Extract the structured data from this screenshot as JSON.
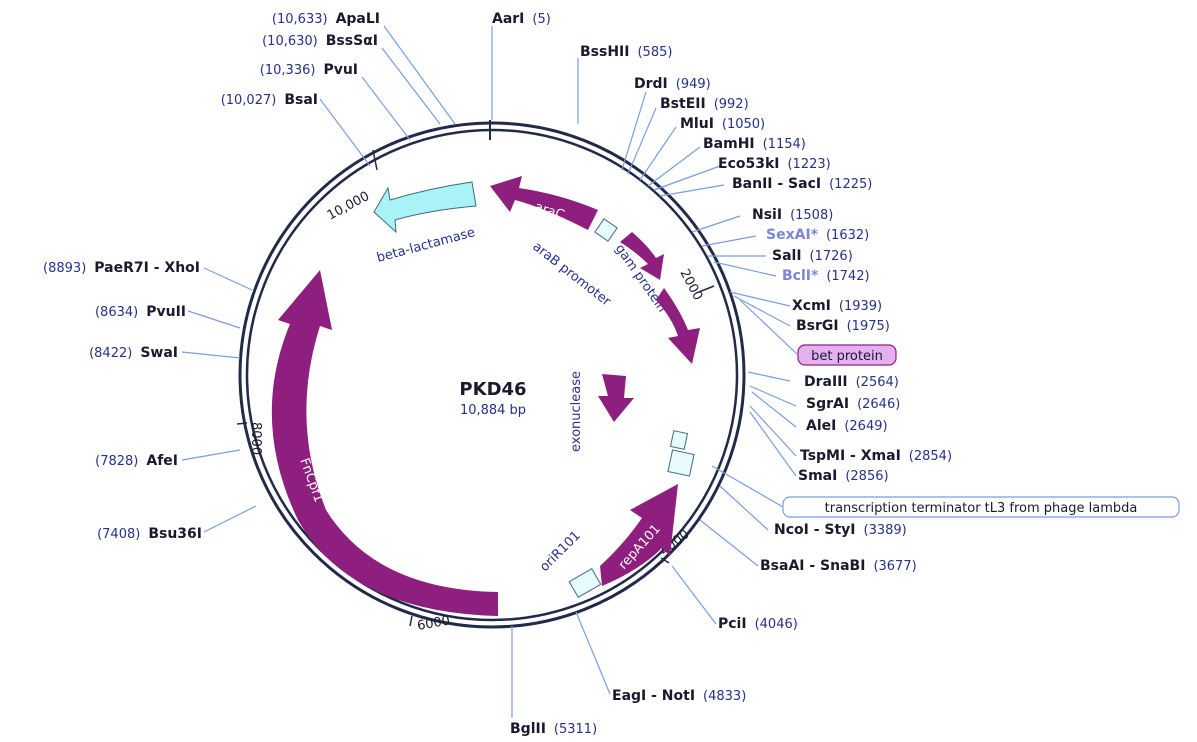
{
  "plasmid": {
    "name": "PKD46",
    "size": "10,884 bp"
  },
  "ticks": [
    "10,000",
    "2000",
    "4000",
    "6000",
    "8000"
  ],
  "features": {
    "araC": "araC",
    "beta": "beta-lactamase",
    "araB": "araB promoter",
    "gam": "gam protein",
    "exo": "exonuclease",
    "bet": "bet protein",
    "fncpf1": "FnCpf1",
    "repA": "repA101",
    "ori": "oriR101",
    "term": "transcription terminator tL3 from phage lambda"
  },
  "sites": [
    {
      "name": "ApaLI",
      "pos": "(10,633)"
    },
    {
      "name": "AarI",
      "pos": "(5)"
    },
    {
      "name": "BssSαI",
      "pos": "(10,630)"
    },
    {
      "name": "BssHII",
      "pos": "(585)"
    },
    {
      "name": "PvuI",
      "pos": "(10,336)"
    },
    {
      "name": "DrdI",
      "pos": "(949)"
    },
    {
      "name": "BsaI",
      "pos": "(10,027)"
    },
    {
      "name": "BstEII",
      "pos": "(992)"
    },
    {
      "name": "MluI",
      "pos": "(1050)"
    },
    {
      "name": "BamHI",
      "pos": "(1154)"
    },
    {
      "name": "Eco53kI",
      "pos": "(1223)"
    },
    {
      "name": "BanII - SacI",
      "pos": "(1225)"
    },
    {
      "name": "NsiI",
      "pos": "(1508)"
    },
    {
      "name": "SexAI*",
      "pos": "(1632)"
    },
    {
      "name": "SalI",
      "pos": "(1726)"
    },
    {
      "name": "BclI*",
      "pos": "(1742)"
    },
    {
      "name": "XcmI",
      "pos": "(1939)"
    },
    {
      "name": "BsrGI",
      "pos": "(1975)"
    },
    {
      "name": "DraIII",
      "pos": "(2564)"
    },
    {
      "name": "SgrAI",
      "pos": "(2646)"
    },
    {
      "name": "AleI",
      "pos": "(2649)"
    },
    {
      "name": "TspMI - XmaI",
      "pos": "(2854)"
    },
    {
      "name": "SmaI",
      "pos": "(2856)"
    },
    {
      "name": "NcoI - StyI",
      "pos": "(3389)"
    },
    {
      "name": "BsaAI - SnaBI",
      "pos": "(3677)"
    },
    {
      "name": "PciI",
      "pos": "(4046)"
    },
    {
      "name": "EagI - NotI",
      "pos": "(4833)"
    },
    {
      "name": "BglII",
      "pos": "(5311)"
    },
    {
      "name": "PaeR7I - XhoI",
      "pos": "(8893)"
    },
    {
      "name": "PvuII",
      "pos": "(8634)"
    },
    {
      "name": "SwaI",
      "pos": "(8422)"
    },
    {
      "name": "AfeI",
      "pos": "(7828)"
    },
    {
      "name": "Bsu36I",
      "pos": "(7408)"
    }
  ],
  "colors": {
    "feature": "#8e1f7e",
    "betaLactamase": "#a9f2f6",
    "ring": "#222a4a",
    "label": "#27308a",
    "leader": "#7a9ee0"
  }
}
